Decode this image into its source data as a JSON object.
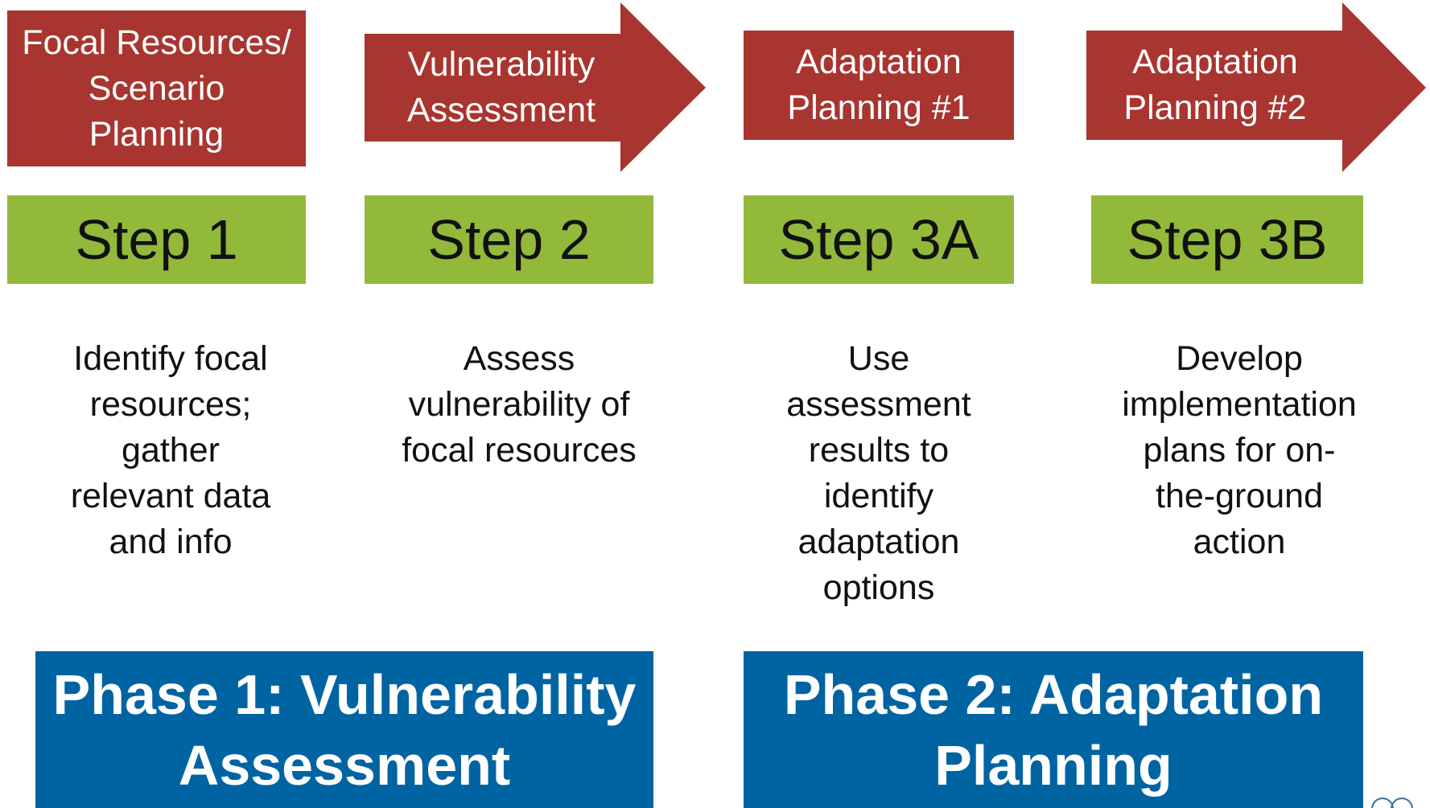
{
  "colors": {
    "header_red": "#a8352f",
    "step_green": "#93b93b",
    "phase_blue": "#0064a2"
  },
  "steps": [
    {
      "header": "Focal Resources/\nScenario\nPlanning",
      "shape": "rectangle",
      "step": "Step 1",
      "description": "Identify focal\nresources;\ngather\nrelevant data\nand info"
    },
    {
      "header": "Vulnerability\nAssessment",
      "shape": "arrow",
      "step": "Step 2",
      "description": "Assess\nvulnerability of\nfocal resources"
    },
    {
      "header": "Adaptation\nPlanning #1",
      "shape": "rectangle",
      "step": "Step 3A",
      "description": "Use\nassessment\nresults to\nidentify\nadaptation\noptions"
    },
    {
      "header": "Adaptation\nPlanning #2",
      "shape": "arrow",
      "step": "Step 3B",
      "description": "Develop\nimplementation\nplans for on-\nthe-ground\naction"
    }
  ],
  "phases": [
    {
      "label": "Phase 1: Vulnerability\nAssessment"
    },
    {
      "label": "Phase 2: Adaptation\nPlanning"
    }
  ]
}
